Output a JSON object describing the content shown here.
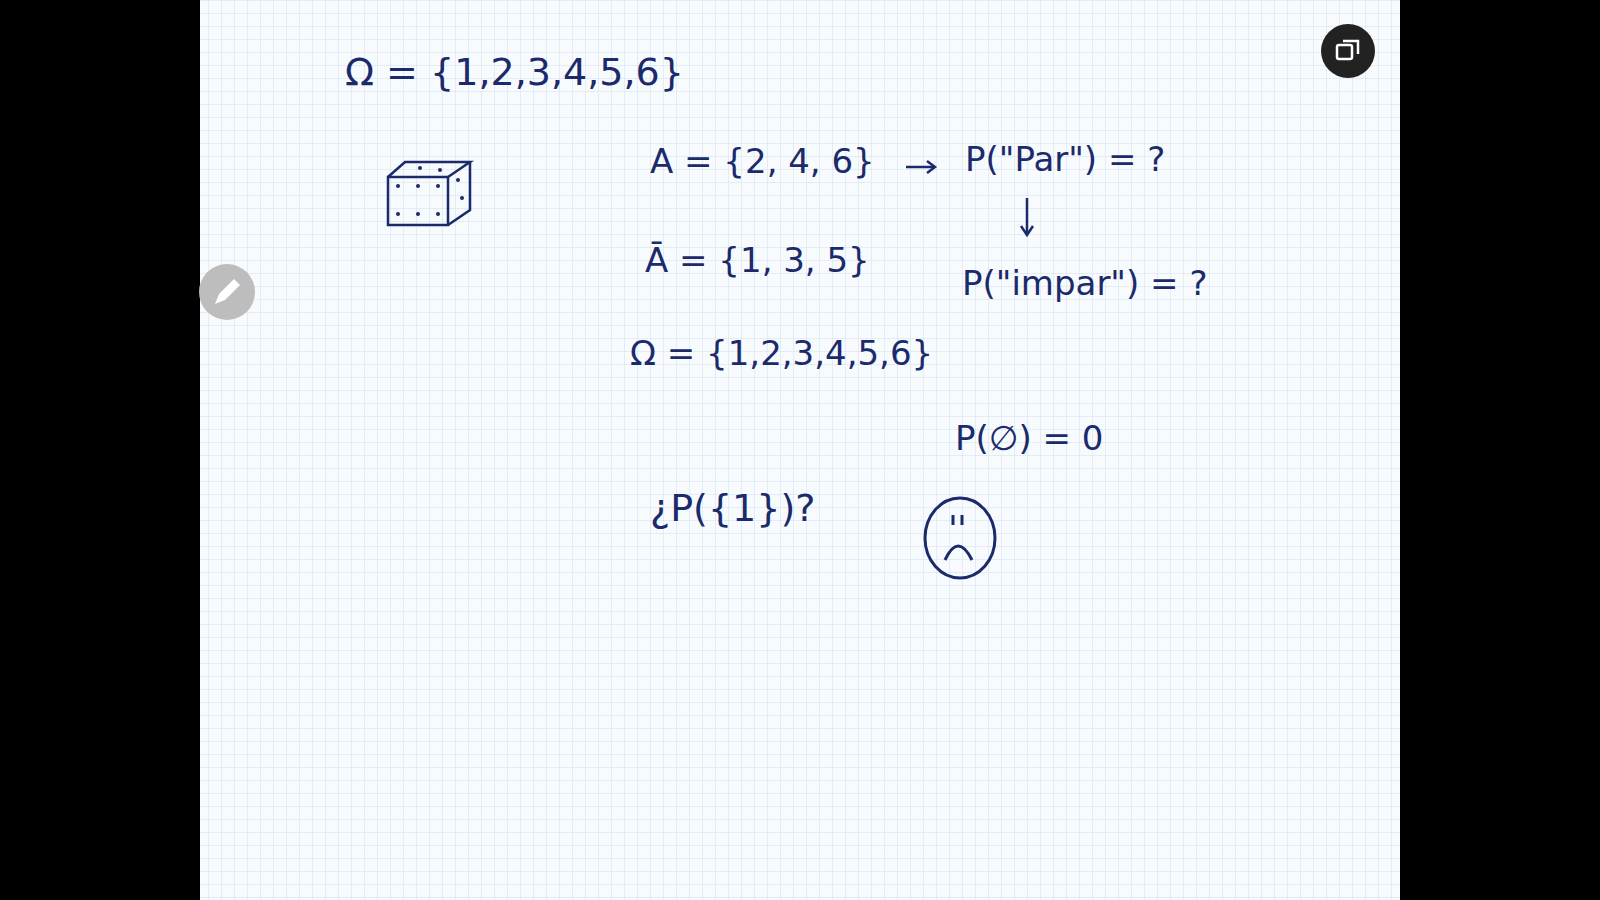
{
  "diagram": {
    "labels": [
      "Ω = {1,2,3,4,5,6}",
      "A = {2, 4, 6}",
      "P(\"Par\") = ?",
      "Ā = {1, 3, 5}",
      "P(\"impar\") = ?",
      "Ω = {1,2,3,4,5,6}",
      "P(∅) = 0",
      "¿P({1})?"
    ]
  }
}
